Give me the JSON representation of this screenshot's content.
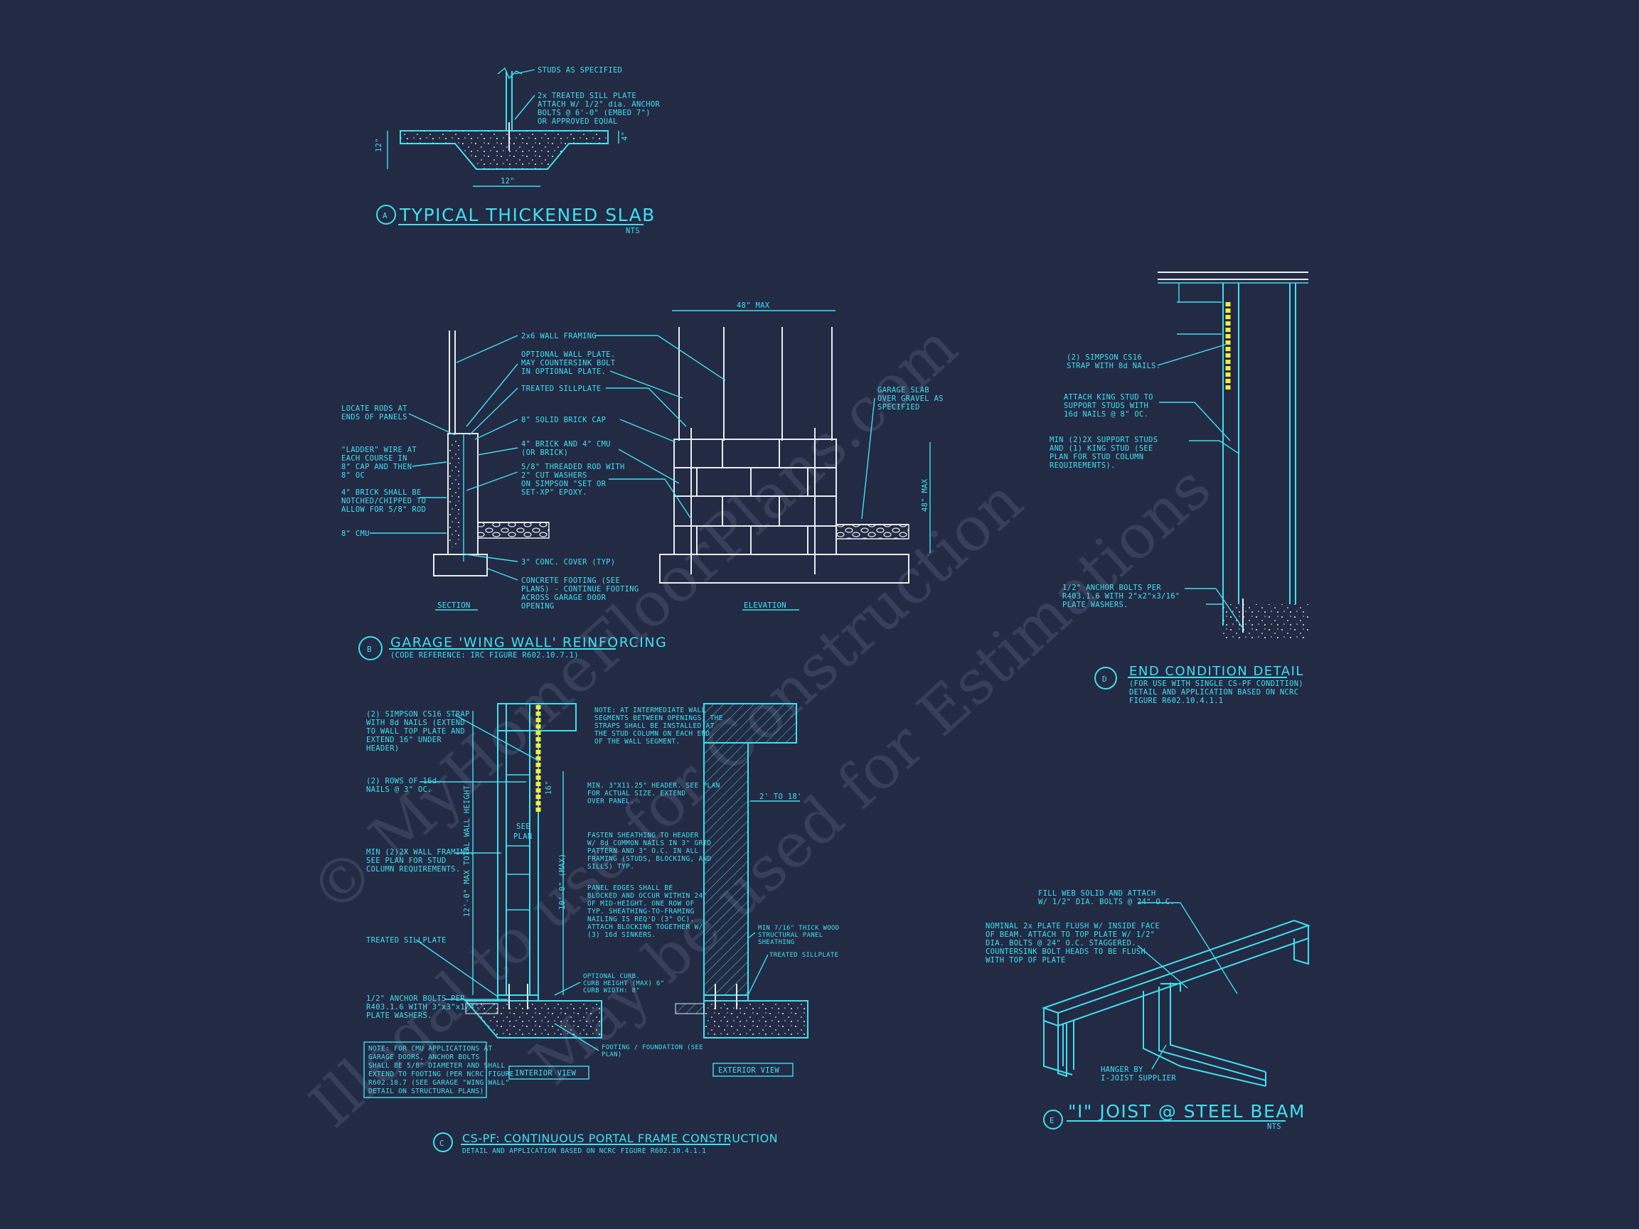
{
  "colors": {
    "background": "#232a44",
    "line": "#3fe0f0",
    "white_line": "#e6eef2",
    "strap": "#f2ee3a",
    "watermark": "#4a516c"
  },
  "watermark": {
    "line1": "© MyHomeFloorPlans.com",
    "line2": "Illegal to use for Construction",
    "line3": "May be used for Estimations"
  },
  "detail_a": {
    "marker": "A",
    "title": "TYPICAL THICKENED SLAB",
    "scale": "NTS",
    "notes": [
      "STUDS AS SPECIFIED",
      "2x TREATED SILL PLATE",
      "ATTACH W/ 1/2\" dia. ANCHOR",
      "BOLTS @ 6'-0\" (EMBED 7\")",
      "OR APPROVED EQUAL"
    ],
    "dims": {
      "depth": "12\"",
      "width": "12\"",
      "slab": "4\""
    }
  },
  "detail_b": {
    "marker": "B",
    "title": "GARAGE 'WING WALL' REINFORCING",
    "subtitle": "(CODE REFERENCE: IRC FIGURE R602.10.7.1)",
    "section_label": "SECTION",
    "elevation_label": "ELEVATION",
    "dim_top": "48\" MAX",
    "dim_side": "48\" MAX",
    "left_notes": [
      [
        "LOCATE RODS AT",
        "ENDS OF PANELS"
      ],
      [
        "\"LADDER\" WIRE AT",
        "EACH COURSE IN",
        "8\" CAP AND THEN",
        "8\" OC"
      ],
      [
        "4\" BRICK SHALL BE",
        "NOTCHED/CHIPPED TO",
        "ALLOW FOR 5/8\" ROD"
      ],
      [
        "8\" CMU"
      ]
    ],
    "center_notes": [
      [
        "2x6 WALL FRAMING"
      ],
      [
        "OPTIONAL WALL PLATE.",
        "MAY COUNTERSINK BOLT",
        "IN OPTIONAL PLATE."
      ],
      [
        "TREATED SILLPLATE"
      ],
      [
        "8\" SOLID BRICK CAP"
      ],
      [
        "4\" BRICK AND 4\" CMU",
        "(OR BRICK)"
      ],
      [
        "5/8\" THREADED ROD WITH",
        "2\" CUT WASHERS",
        "ON SIMPSON \"SET OR",
        "SET-XP\" EPOXY."
      ],
      [
        "3\" CONC. COVER (TYP)"
      ],
      [
        "CONCRETE FOOTING (SEE",
        "PLANS) - CONTINUE FOOTING",
        "ACROSS GARAGE DOOR",
        "OPENING"
      ]
    ],
    "right_note": [
      "GARAGE SLAB",
      "OVER GRAVEL AS",
      "SPECIFIED"
    ]
  },
  "detail_c": {
    "marker": "C",
    "title": "CS-PF: CONTINUOUS PORTAL FRAME CONSTRUCTION",
    "subtitle": "DETAIL AND APPLICATION BASED ON NCRC FIGURE R602.10.4.1.1",
    "interior_label": "INTERIOR VIEW",
    "exterior_label": "EXTERIOR VIEW",
    "see_plan": [
      "SEE",
      "PLAN"
    ],
    "dim_wall": "12'-0\" MAX TOTAL WALL HEIGHT",
    "dim_panel": "10'-0\" (MAX)",
    "dim_header": "2' TO 18'",
    "dim_16": "16\"",
    "left_notes": [
      [
        "(2) SIMPSON CS16 STRAP",
        "WITH 8d NAILS (EXTEND",
        "TO WALL TOP PLATE AND",
        "EXTEND 16\" UNDER",
        "HEADER)"
      ],
      [
        "(2) ROWS OF 16d",
        "NAILS @ 3\" OC."
      ],
      [
        "MIN (2)2X WALL FRAMING.",
        "SEE PLAN FOR STUD",
        "COLUMN REQUIREMENTS."
      ],
      [
        "TREATED SILLPLATE"
      ],
      [
        "1/2\" ANCHOR BOLTS PER",
        "R403.1.6 WITH 3\"x3\"x1/4\"",
        "PLATE WASHERS."
      ]
    ],
    "note_box": [
      "NOTE: FOR CMU APPLICATIONS AT",
      "GARAGE DOORS, ANCHOR BOLTS",
      "SHALL BE 5/8\" DIAMETER AND SHALL",
      "EXTEND TO FOOTING (PER NCRC FIGURE",
      "R602.10.7 (SEE GARAGE \"WING WALL\"",
      "DETAIL ON STRUCTURAL PLANS)"
    ],
    "center_notes": [
      [
        "NOTE: AT INTERMEDIATE WALL",
        "SEGMENTS BETWEEN OPENINGS, THE",
        "STRAPS SHALL BE INSTALLED AT",
        "THE STUD COLUMN ON EACH END",
        "OF THE WALL SEGMENT."
      ],
      [
        "MIN. 3\"X11.25\" HEADER. SEE PLAN",
        "FOR ACTUAL SIZE. EXTEND",
        "OVER PANEL."
      ],
      [
        "FASTEN SHEATHING TO HEADER",
        "W/ 8d COMMON NAILS IN 3\" GRID",
        "PATTERN AND 3\" O.C. IN ALL",
        "FRAMING (STUDS, BLOCKING, AND",
        "SILLS) TYP."
      ],
      [
        "PANEL EDGES SHALL BE",
        "BLOCKED AND OCCUR WITHIN 24\"",
        "OF MID-HEIGHT. ONE ROW OF",
        "TYP. SHEATHING-TO-FRAMING",
        "NAILING IS REQ'D (3\" OC).",
        "ATTACH BLOCKING TOGETHER W/",
        "(3) 16d SINKERS."
      ],
      [
        "OPTIONAL CURB.",
        "CURB HEIGHT (MAX) 6\"",
        "CURB WIDTH: 8\""
      ],
      [
        "FOOTING / FOUNDATION (SEE",
        "PLAN)"
      ],
      [
        "MIN 7/16\" THICK WOOD",
        "STRUCTURAL PANEL",
        "SHEATHING"
      ],
      [
        "TREATED SILLPLATE"
      ]
    ]
  },
  "detail_d": {
    "marker": "D",
    "title": "END CONDITION DETAIL",
    "subtitle": [
      "(FOR USE WITH SINGLE CS-PF CONDITION)",
      "DETAIL AND APPLICATION BASED ON NCRC",
      "FIGURE R602.10.4.1.1"
    ],
    "notes": [
      [
        "(2) SIMPSON CS16",
        "STRAP WITH 8d NAILS."
      ],
      [
        "ATTACH KING STUD TO",
        "SUPPORT STUDS WITH",
        "16d NAILS @ 8\" OC."
      ],
      [
        "MIN (2)2X SUPPORT STUDS",
        "AND (1) KING STUD (SEE",
        "PLAN FOR STUD COLUMN",
        "REQUIREMENTS)."
      ],
      [
        "1/2\" ANCHOR BOLTS PER",
        "R403.1.6 WITH 2\"x2\"x3/16\"",
        "PLATE WASHERS."
      ]
    ]
  },
  "detail_e": {
    "marker": "E",
    "title": "\"I\" JOIST @ STEEL BEAM",
    "scale": "NTS",
    "notes": [
      [
        "FILL WEB SOLID AND ATTACH",
        "W/ 1/2\" DIA. BOLTS @ 24\" O.C."
      ],
      [
        "NOMINAL 2x PLATE FLUSH W/ INSIDE FACE",
        "OF BEAM. ATTACH TO TOP PLATE W/ 1/2\"",
        "DIA. BOLTS @ 24\" O.C. STAGGERED.",
        "COUNTERSINK BOLT HEADS TO BE FLUSH",
        "WITH TOP OF PLATE"
      ],
      [
        "HANGER BY",
        "I-JOIST SUPPLIER"
      ]
    ]
  }
}
